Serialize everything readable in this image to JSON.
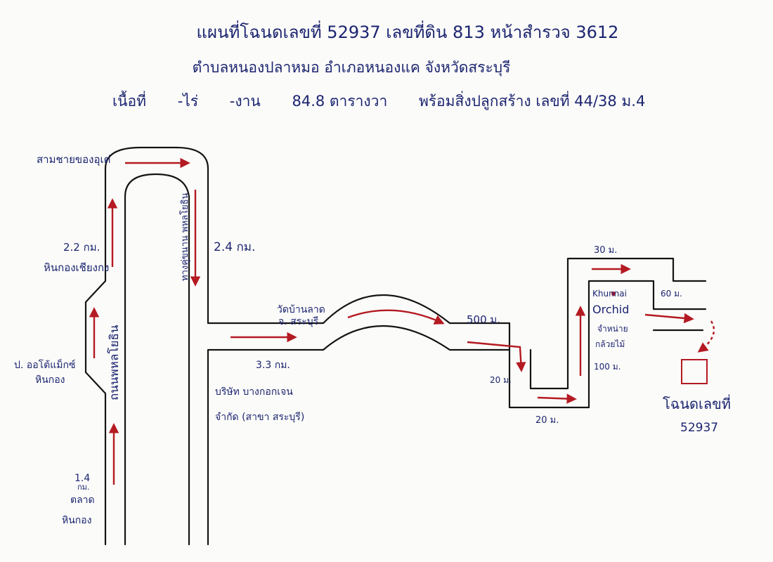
{
  "header": {
    "line1": "แผนที่โฉนดเลขที่ 52937 เลขที่ดิน 813 หน้าสำรวจ 3612",
    "line2": "ตำบลหนองปลาหมอ   อำเภอหนองแค   จังหวัดสระบุรี",
    "line3": [
      "เนื้อที่",
      "-ไร่",
      "-งาน",
      "84.8 ตารางวา",
      "พร้อมสิ่งปลูกสร้าง เลขที่ 44/38 ม.4"
    ]
  },
  "labels": {
    "top_left": "สามชายของอุเต่",
    "dist_22": "2.2 กม.",
    "landmark_hinkong_chiang": "หินกองเชียงกง",
    "dist_24": "2.4 กม.",
    "road_side": "ทางคู่ขนาน พหลโยธิน",
    "road_main": "ถนนพหลโยธิน",
    "autocar": "ป. ออโต้แม็กซ์",
    "autocar_2": "หินกอง",
    "dist_14": "1.4",
    "dist_14_unit": "กม.",
    "market": "ตลาด",
    "market_2": "หินกอง",
    "wat": "วัดบ้านลาด",
    "wat_2": "จ. สระบุรี",
    "dist_33": "3.3 กม.",
    "company": "บริษัท บางกอกเจน",
    "company_2": "จำกัด (สาขา สระบุรี)",
    "dist_500": "500 ม.",
    "dist_20a": "20 ม.",
    "dist_20b": "20 ม.",
    "dist_30": "30 ม.",
    "dist_60": "60 ม.",
    "dist_100": "100 ม.",
    "orchid_1": "Khunnai",
    "orchid_2": "Orchid",
    "orchid_3": "จำหน่าย",
    "orchid_4": "กล้วยไม้",
    "deed": "โฉนดเลขที่",
    "deed_no": "52937"
  },
  "colors": {
    "ink": "#1c2570",
    "arrow": "#b41a22",
    "road": "#141414"
  }
}
